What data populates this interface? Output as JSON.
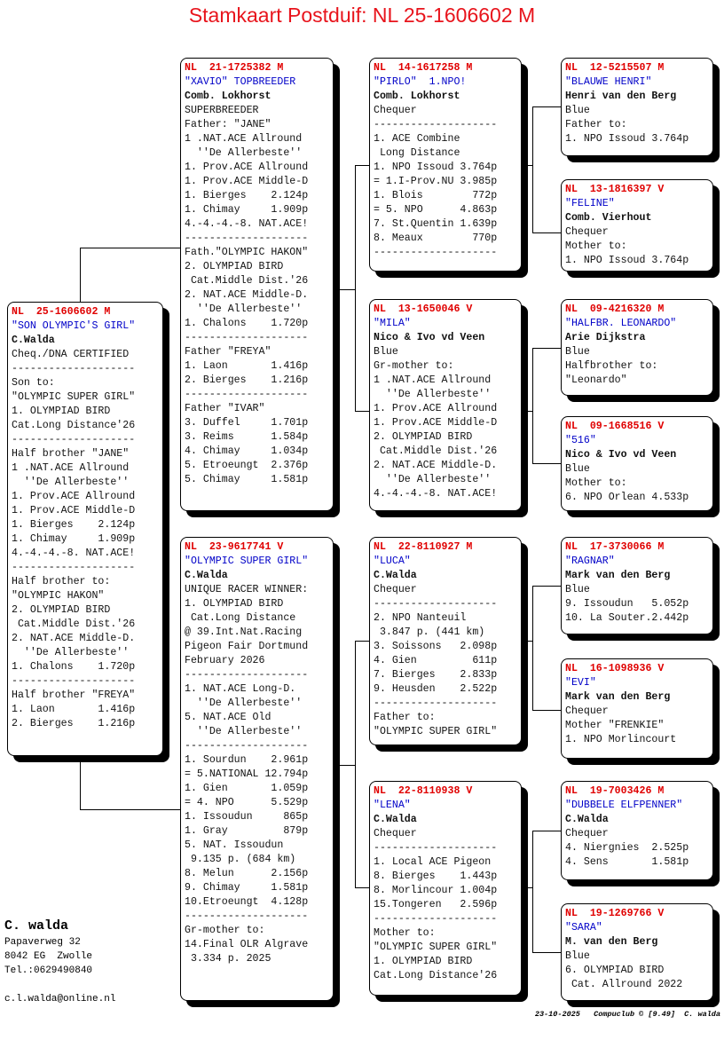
{
  "title": "Stamkaart Postduif: NL  25-1606602 M",
  "cards": [
    {
      "id": "subject",
      "lines": [
        "NL  25-1606602 M",
        "\"SON OLYMPIC'S GIRL\"",
        "C.Walda",
        "Cheq./DNA CERTIFIED",
        "--------------------",
        "Son to:",
        "\"OLYMPIC SUPER GIRL\"",
        "1. OLYMPIAD BIRD",
        "Cat.Long Distance'26",
        "--------------------",
        "Half brother \"JANE\"",
        "1 .NAT.ACE Allround",
        "  ''De Allerbeste''",
        "1. Prov.ACE Allround",
        "1. Prov.ACE Middle-D",
        "1. Bierges    2.124p",
        "1. Chimay     1.909p",
        "4.-4.-4.-8. NAT.ACE!",
        "--------------------",
        "Half brother to:",
        "\"OLYMPIC HAKON\"",
        "2. OLYMPIAD BIRD",
        " Cat.Middle Dist.'26",
        "2. NAT.ACE Middle-D.",
        "  ''De Allerbeste''",
        "1. Chalons    1.720p",
        "--------------------",
        "Half brother \"FREYA\"",
        "1. Laon       1.416p",
        "2. Bierges    1.216p"
      ]
    },
    {
      "id": "father",
      "lines": [
        "NL  21-1725382 M",
        "\"XAVIO\" TOPBREEDER",
        "Comb. Lokhorst",
        "SUPERBREEDER",
        "Father: \"JANE\"",
        "1 .NAT.ACE Allround",
        "  ''De Allerbeste''",
        "1. Prov.ACE Allround",
        "1. Prov.ACE Middle-D",
        "1. Bierges    2.124p",
        "1. Chimay     1.909p",
        "4.-4.-4.-8. NAT.ACE!",
        "--------------------",
        "Fath.\"OLYMPIC HAKON\"",
        "2. OLYMPIAD BIRD",
        " Cat.Middle Dist.'26",
        "2. NAT.ACE Middle-D.",
        "  ''De Allerbeste''",
        "1. Chalons    1.720p",
        "--------------------",
        "Father \"FREYA\"",
        "1. Laon       1.416p",
        "2. Bierges    1.216p",
        "--------------------",
        "Father \"IVAR\"",
        "3. Duffel     1.701p",
        "3. Reims      1.584p",
        "4. Chimay     1.034p",
        "5. Etroeungt  2.376p",
        "5. Chimay     1.581p"
      ]
    },
    {
      "id": "mother",
      "lines": [
        "NL  23-9617741 V",
        "\"OLYMPIC SUPER GIRL\"",
        "C.Walda",
        "UNIQUE RACER WINNER:",
        "1. OLYMPIAD BIRD",
        " Cat.Long Distance",
        "@ 39.Int.Nat.Racing",
        "Pigeon Fair Dortmund",
        "February 2026",
        "--------------------",
        "1. NAT.ACE Long-D.",
        "  ''De Allerbeste''",
        "5. NAT.ACE Old",
        "  ''De Allerbeste''",
        "--------------------",
        "1. Sourdun    2.961p",
        "= 5.NATIONAL 12.794p",
        "1. Gien       1.059p",
        "= 4. NPO      5.529p",
        "1. Issoudun     865p",
        "1. Gray         879p",
        "5. NAT. Issoudun",
        " 9.135 p. (684 km)",
        "8. Melun      2.156p",
        "9. Chimay     1.581p",
        "10.Etroeungt  4.128p",
        "--------------------",
        "Gr-mother to:",
        "14.Final OLR Algrave",
        " 3.334 p. 2025"
      ]
    },
    {
      "id": "ff",
      "lines": [
        "NL  14-1617258 M",
        "\"PIRLO\"  1.NPO!",
        "Comb. Lokhorst",
        "Chequer",
        "--------------------",
        "1. ACE Combine",
        " Long Distance",
        "1. NPO Issoud 3.764p",
        "= 1.I-Prov.NU 3.985p",
        "1. Blois        772p",
        "= 5. NPO      4.863p",
        "7. St.Quentin 1.639p",
        "8. Meaux        770p",
        "--------------------"
      ]
    },
    {
      "id": "fm",
      "lines": [
        "NL  13-1650046 V",
        "\"MILA\"",
        "Nico & Ivo vd Veen",
        "Blue",
        "Gr-mother to:",
        "1 .NAT.ACE Allround",
        "  ''De Allerbeste''",
        "1. Prov.ACE Allround",
        "1. Prov.ACE Middle-D",
        "2. OLYMPIAD BIRD",
        " Cat.Middle Dist.'26",
        "2. NAT.ACE Middle-D.",
        "  ''De Allerbeste''",
        "4.-4.-4.-8. NAT.ACE!"
      ]
    },
    {
      "id": "mf",
      "lines": [
        "NL  22-8110927 M",
        "\"LUCA\"",
        "C.Walda",
        "Chequer",
        "--------------------",
        "2. NPO Nanteuil",
        " 3.847 p. (441 km)",
        "3. Soissons   2.098p",
        "4. Gien         611p",
        "7. Bierges    2.833p",
        "9. Heusden    2.522p",
        "--------------------",
        "Father to:",
        "\"OLYMPIC SUPER GIRL\""
      ]
    },
    {
      "id": "mm",
      "lines": [
        "NL  22-8110938 V",
        "\"LENA\"",
        "C.Walda",
        "Chequer",
        "--------------------",
        "1. Local ACE Pigeon",
        "8. Bierges    1.443p",
        "8. Morlincour 1.004p",
        "15.Tongeren   2.596p",
        "--------------------",
        "Mother to:",
        "\"OLYMPIC SUPER GIRL\"",
        "1. OLYMPIAD BIRD",
        "Cat.Long Distance'26"
      ]
    },
    {
      "id": "fff",
      "lines": [
        "NL  12-5215507 M",
        "\"BLAUWE HENRI\"",
        "Henri van den Berg",
        "Blue",
        "Father to:",
        "1. NPO Issoud 3.764p"
      ]
    },
    {
      "id": "ffm",
      "lines": [
        "NL  13-1816397 V",
        "\"FELINE\"",
        "Comb. Vierhout",
        "Chequer",
        "Mother to:",
        "1. NPO Issoud 3.764p"
      ]
    },
    {
      "id": "fmf",
      "lines": [
        "NL  09-4216320 M",
        "\"HALFBR. LEONARDO\"",
        "Arie Dijkstra",
        "Blue",
        "Halfbrother to:",
        "\"Leonardo\""
      ]
    },
    {
      "id": "fmm",
      "lines": [
        "NL  09-1668516 V",
        "\"516\"",
        "Nico & Ivo vd Veen",
        "Blue",
        "Mother to:",
        "6. NPO Orlean 4.533p"
      ]
    },
    {
      "id": "mff",
      "lines": [
        "NL  17-3730066 M",
        "\"RAGNAR\"",
        "Mark van den Berg",
        "Blue",
        "9. Issoudun   5.052p",
        "10. La Souter.2.442p"
      ]
    },
    {
      "id": "mfm",
      "lines": [
        "NL  16-1098936 V",
        "\"EVI\"",
        "Mark van den Berg",
        "Chequer",
        "Mother \"FRENKIE\"",
        "1. NPO Morlincourt"
      ]
    },
    {
      "id": "mmf",
      "lines": [
        "NL  19-7003426 M",
        "\"DUBBELE ELFPENNER\"",
        "C.Walda",
        "Chequer",
        "4. Niergnies  2.525p",
        "4. Sens       1.581p"
      ]
    },
    {
      "id": "mmm",
      "lines": [
        "NL  19-1269766 V",
        "\"SARA\"",
        "M. van den Berg",
        "Blue",
        "6. OLYMPIAD BIRD",
        " Cat. Allround 2022"
      ]
    }
  ],
  "footer": {
    "name": "C. walda",
    "address": [
      "Papaverweg 32",
      "8042 EG  Zwolle",
      "Tel.:0629490840"
    ],
    "email": "c.l.walda@online.nl",
    "stamp": "23-10-2025   Compuclub © [9.49]  C. walda"
  },
  "colors": {
    "title": "#e8141c",
    "ring": "#e00000",
    "name": "#0000c8"
  }
}
